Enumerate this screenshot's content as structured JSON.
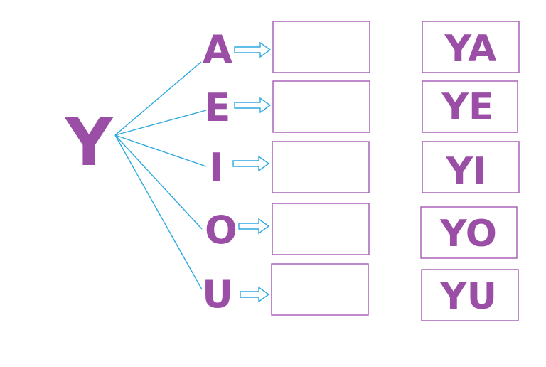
{
  "root_letter": "Y",
  "rows": [
    {
      "vowel": "A",
      "syllable": "YA"
    },
    {
      "vowel": "E",
      "syllable": "YE"
    },
    {
      "vowel": "I",
      "syllable": "YI"
    },
    {
      "vowel": "O",
      "syllable": "YO"
    },
    {
      "vowel": "U",
      "syllable": "YU"
    }
  ],
  "colors": {
    "letters": "#9b4ea6",
    "box_border": "#a557b3",
    "connectors": "#2ea8e0"
  }
}
